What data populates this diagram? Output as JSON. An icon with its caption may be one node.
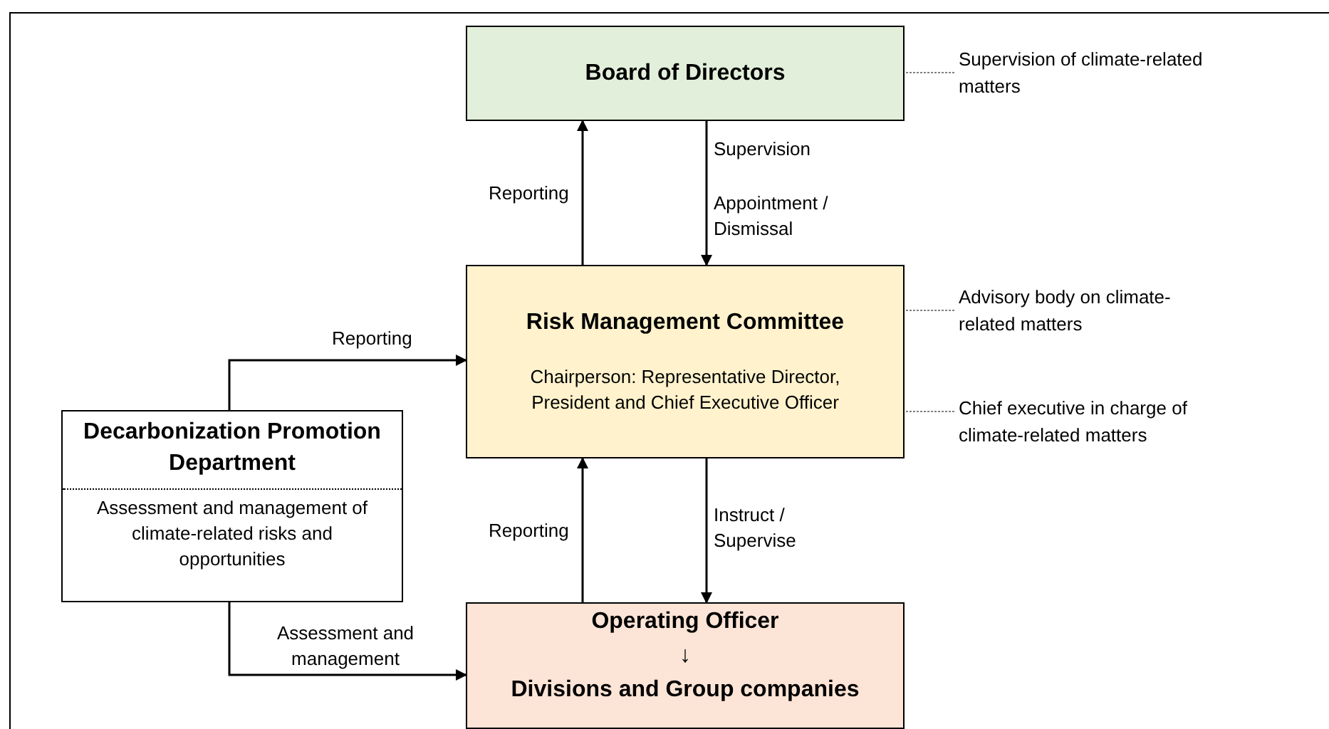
{
  "diagram": {
    "nodes": [
      {
        "text": [
          "Board of Directors"
        ]
      },
      {
        "text": [
          "Supervision of climate-related matters"
        ]
      },
      {
        "text": [
          "Risk Management Committee",
          "Chairperson: Representative Director, President and Chief Executive Officer"
        ]
      },
      {
        "text": [
          "Advisory body on climate-related matters"
        ]
      },
      {
        "text": [
          "Chief executive in charge of climate-related matters"
        ]
      },
      {
        "text": [
          "Decarbonization Promotion Department",
          "Assessment and management of climate-related risks and opportunities"
        ]
      },
      {
        "text": [
          "Operating Officer",
          "↓",
          "Divisions and Group companies"
        ]
      }
    ],
    "edges": [
      {
        "from": 2,
        "to": 0,
        "arrow": "to",
        "label": "Reporting"
      },
      {
        "from": 0,
        "to": 2,
        "arrow": "to",
        "label": "Supervision"
      },
      {
        "from": 5,
        "to": 2,
        "arrow": "to",
        "label": "Reporting"
      },
      {
        "from": 6,
        "to": 2,
        "arrow": "to",
        "label": "Reporting"
      },
      {
        "from": 2,
        "to": 6,
        "arrow": "to",
        "label": "Instruct / Supervise"
      },
      {
        "from": 5,
        "to": 6,
        "arrow": "to",
        "label": "Assessment and management"
      },
      {
        "from": 1,
        "to": 0,
        "arrow": "none",
        "style": "dashed",
        "color": "#808080"
      },
      {
        "from": 3,
        "to": 2,
        "arrow": "none",
        "style": "dashed",
        "color": "#808080"
      },
      {
        "from": 4,
        "to": 2,
        "arrow": "none",
        "style": "dashed",
        "color": "#808080"
      }
    ],
    "labels": [
      "Appointment / Dismissal"
    ]
  }
}
